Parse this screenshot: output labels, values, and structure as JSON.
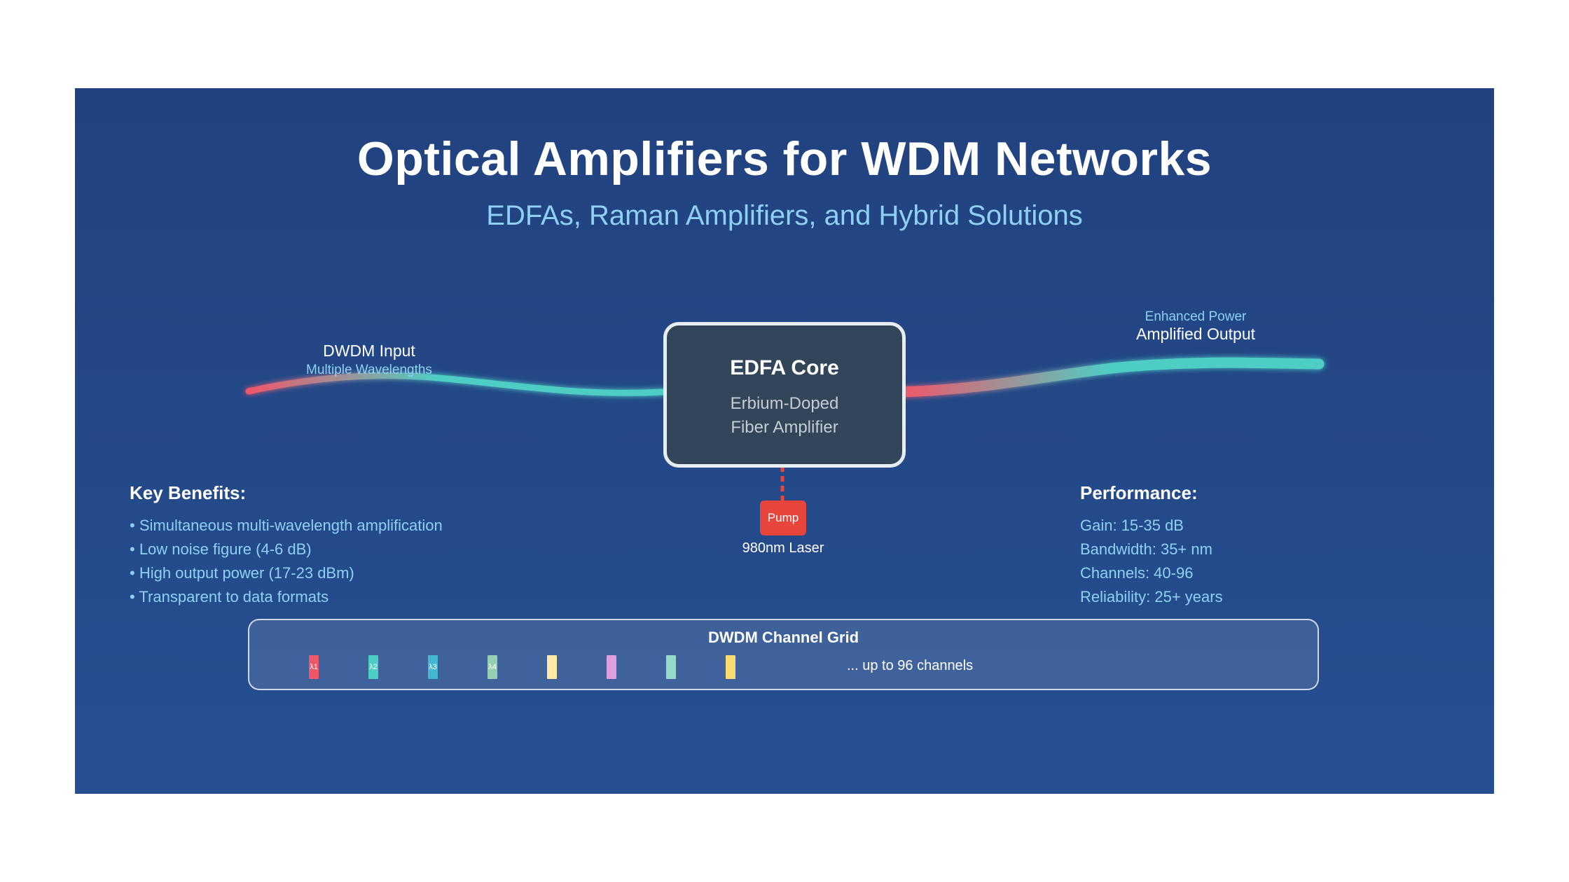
{
  "header": {
    "title": "Optical Amplifiers for WDM Networks",
    "subtitle": "EDFAs, Raman Amplifiers, and Hybrid Solutions"
  },
  "input": {
    "label": "DWDM Input",
    "sublabel": "Multiple Wavelengths"
  },
  "core": {
    "title": "EDFA Core",
    "line1": "Erbium-Doped",
    "line2": "Fiber Amplifier"
  },
  "output": {
    "sublabel": "Enhanced Power",
    "label": "Amplified Output"
  },
  "pump": {
    "label": "Pump",
    "laser": "980nm Laser",
    "color": "#e8453c"
  },
  "benefits": {
    "title": "Key Benefits:",
    "items": [
      "• Simultaneous multi-wavelength amplification",
      "• Low noise figure (4-6 dB)",
      "• High output power (17-23 dBm)",
      "• Transparent to data formats"
    ]
  },
  "performance": {
    "title": "Performance:",
    "items": [
      "Gain: 15-35 dB",
      "Bandwidth: 35+ nm",
      "Channels: 40-96",
      "Reliability: 25+ years"
    ]
  },
  "channel_grid": {
    "title": "DWDM Channel Grid",
    "note": "... up to 96 channels",
    "channels": [
      {
        "label": "λ1",
        "color": "#f0566a"
      },
      {
        "label": "λ2",
        "color": "#4ecdc4"
      },
      {
        "label": "λ3",
        "color": "#45b7d1"
      },
      {
        "label": "λ4",
        "color": "#96ceb4"
      },
      {
        "label": "",
        "color": "#ffeaa7"
      },
      {
        "label": "",
        "color": "#dda0dd"
      },
      {
        "label": "",
        "color": "#98d8c8"
      },
      {
        "label": "",
        "color": "#f7dc6f"
      }
    ]
  },
  "colors": {
    "background": "#21427f",
    "accent_text": "#8fd0f5",
    "fiber_start": "#f0566a",
    "fiber_end": "#4ecdc4",
    "core_fill": "#334559"
  }
}
